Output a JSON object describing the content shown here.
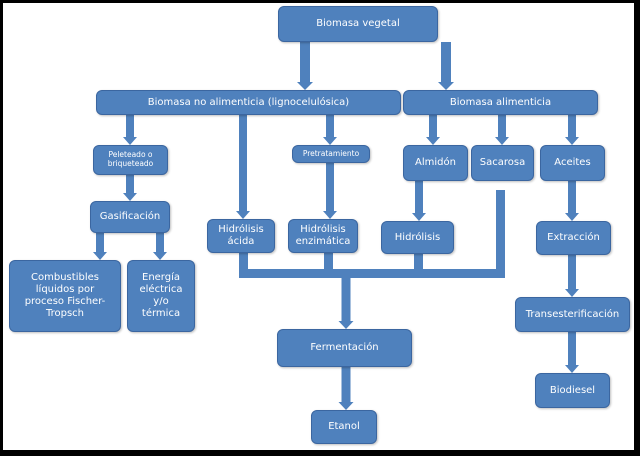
{
  "diagram": {
    "colors": {
      "box_fill": "#4f81bd",
      "box_border": "#3b66a0",
      "arrow": "#4f81bd",
      "text": "#ffffff",
      "frame": "#000000"
    },
    "nodes": {
      "root": "Biomasa vegetal",
      "non_food": "Biomasa no alimenticia (lignocelulósica)",
      "food": "Biomasa alimenticia",
      "pelleting": "Peleteado o briqueteado",
      "pretreatment": "Pretratamiento",
      "starch": "Almidón",
      "sucrose": "Sacarosa",
      "oils": "Aceites",
      "gasification": "Gasificación",
      "acid_hydrolysis": "Hidrólisis ácida",
      "enzymatic_hydrolysis": "Hidrólisis enzimática",
      "hydrolysis": "Hidrólisis",
      "extraction": "Extracción",
      "fischer_tropsch": "Combustibles líquidos por proceso Fischer-Tropsch",
      "energy": "Energía eléctrica y/o térmica",
      "fermentation": "Fermentación",
      "transesterification": "Transesterificación",
      "ethanol": "Etanol",
      "biodiesel": "Biodiesel"
    },
    "edges": [
      [
        "root",
        "non_food"
      ],
      [
        "root",
        "food"
      ],
      [
        "non_food",
        "pelleting"
      ],
      [
        "non_food",
        "acid_hydrolysis"
      ],
      [
        "non_food",
        "pretreatment"
      ],
      [
        "food",
        "starch"
      ],
      [
        "food",
        "sucrose"
      ],
      [
        "food",
        "oils"
      ],
      [
        "pelleting",
        "gasification"
      ],
      [
        "gasification",
        "fischer_tropsch"
      ],
      [
        "gasification",
        "energy"
      ],
      [
        "pretreatment",
        "enzymatic_hydrolysis"
      ],
      [
        "starch",
        "hydrolysis"
      ],
      [
        "oils",
        "extraction"
      ],
      [
        "acid_hydrolysis",
        "fermentation"
      ],
      [
        "enzymatic_hydrolysis",
        "fermentation"
      ],
      [
        "hydrolysis",
        "fermentation"
      ],
      [
        "sucrose",
        "fermentation"
      ],
      [
        "fermentation",
        "ethanol"
      ],
      [
        "extraction",
        "transesterification"
      ],
      [
        "transesterification",
        "biodiesel"
      ]
    ]
  }
}
